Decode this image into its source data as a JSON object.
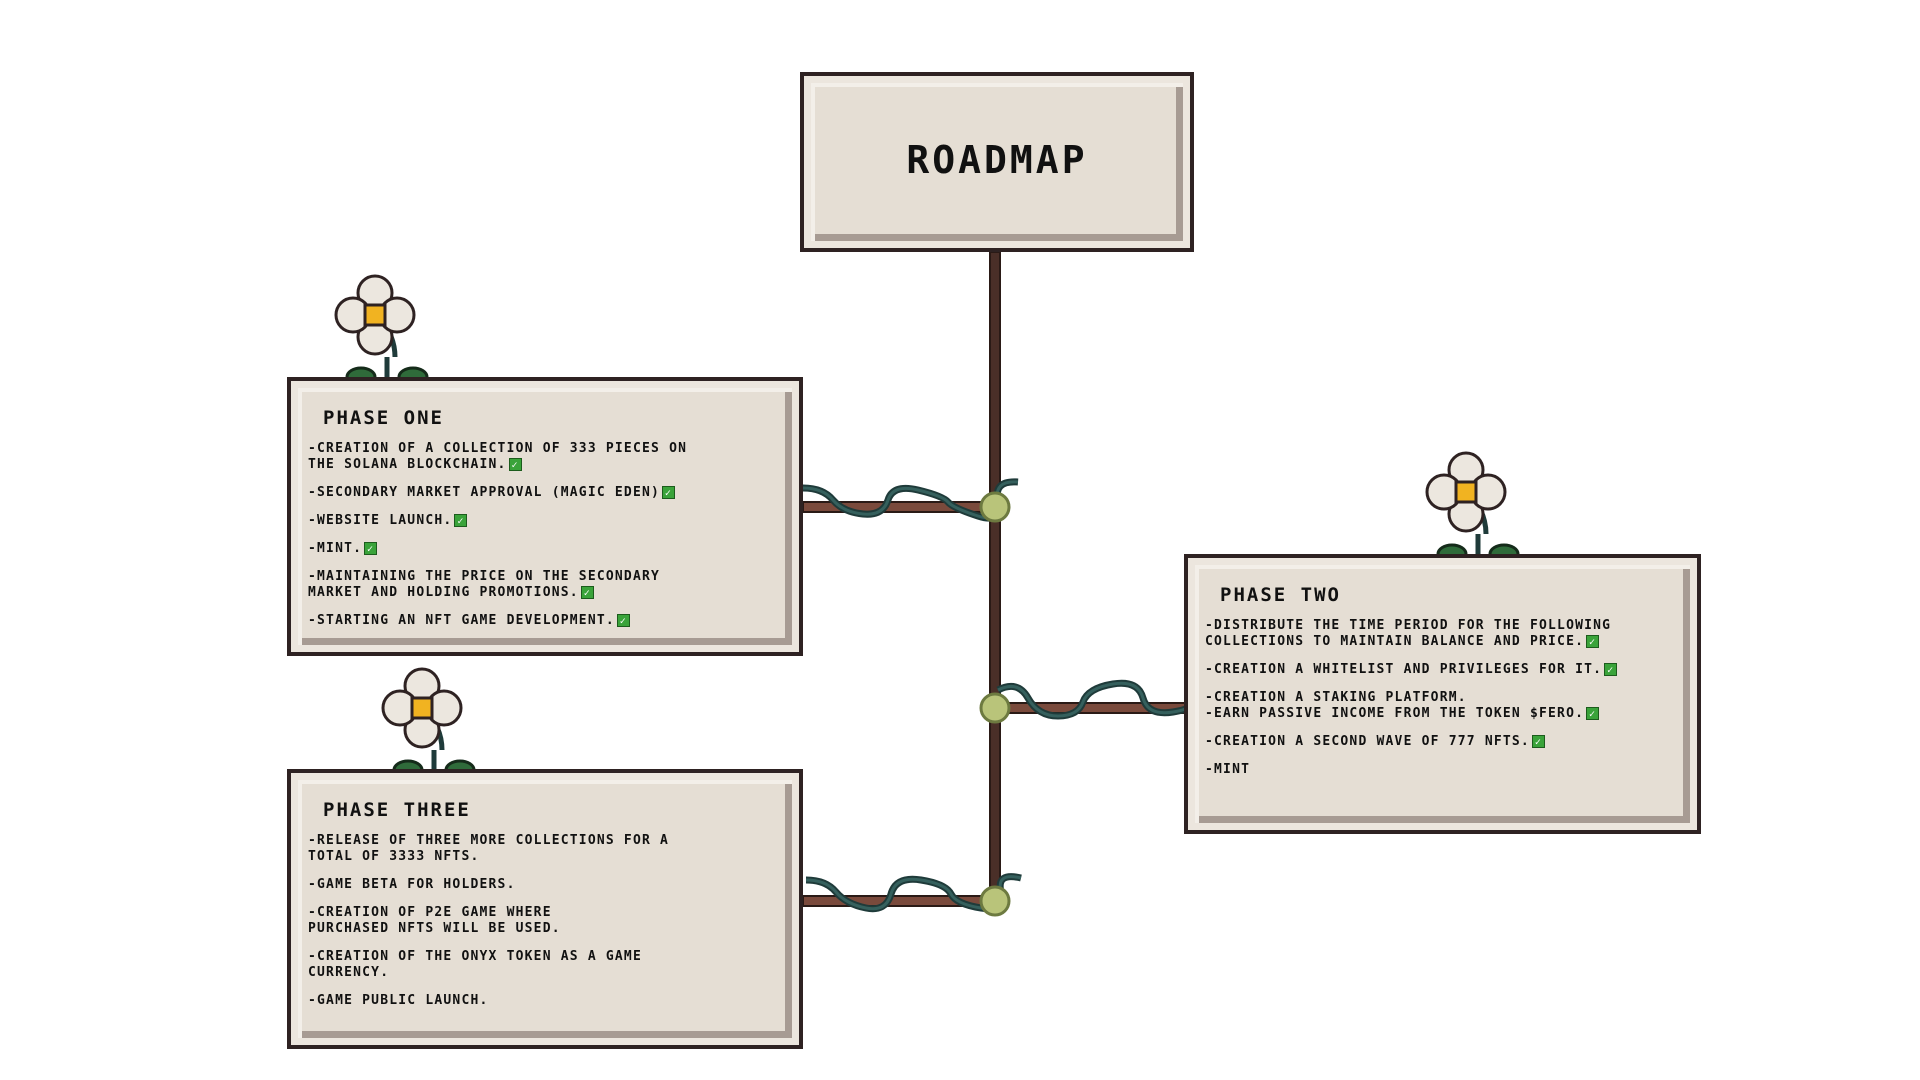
{
  "title": "ROADMAP",
  "colors": {
    "panel_fill": "#e5ded4",
    "panel_border": "#2e2222",
    "pole": "#4a2f28",
    "vine": "#1f3b3a",
    "node": "#b9c47a",
    "petal": "#ece7df",
    "flower_center": "#f1b321",
    "leaf": "#2f6b3a",
    "check": "#3aa33a"
  },
  "phases": [
    {
      "key": "one",
      "title": "PHASE ONE",
      "items": [
        {
          "text": "-CREATION OF A COLLECTION OF 333 PIECES ON\n THE SOLANA BLOCKCHAIN.",
          "done": true
        },
        {
          "text": "-SECONDARY MARKET APPROVAL (MAGIC EDEN)",
          "done": true
        },
        {
          "text": "-WEBSITE LAUNCH.",
          "done": true
        },
        {
          "text": "-MINT.",
          "done": true
        },
        {
          "text": "-MAINTAINING THE PRICE ON THE SECONDARY\n MARKET AND HOLDING PROMOTIONS.",
          "done": true
        },
        {
          "text": "-STARTING AN NFT GAME DEVELOPMENT.",
          "done": true
        }
      ]
    },
    {
      "key": "two",
      "title": "PHASE TWO",
      "items": [
        {
          "text": "-DISTRIBUTE THE TIME PERIOD FOR THE FOLLOWING\n COLLECTIONS TO MAINTAIN BALANCE AND PRICE.",
          "done": true
        },
        {
          "text": "-CREATION A WHITELIST AND PRIVILEGES FOR IT.",
          "done": true
        },
        {
          "text": "-CREATION A STAKING PLATFORM.\n-EARN PASSIVE INCOME FROM THE TOKEN $FERO.",
          "done": true
        },
        {
          "text": "-CREATION A SECOND WAVE OF 777 NFTS.",
          "done": true
        },
        {
          "text": "-MINT",
          "done": false
        }
      ]
    },
    {
      "key": "three",
      "title": "PHASE THREE",
      "items": [
        {
          "text": "-RELEASE OF THREE MORE COLLECTIONS FOR A\n TOTAL OF 3333 NFTS.",
          "done": false
        },
        {
          "text": "-GAME BETA FOR HOLDERS.",
          "done": false
        },
        {
          "text": "-CREATION OF P2E GAME WHERE\n PURCHASED NFTS WILL BE USED.",
          "done": false
        },
        {
          "text": "-CREATION OF THE ONYX TOKEN AS A GAME\n CURRENCY.",
          "done": false
        },
        {
          "text": "-GAME PUBLIC LAUNCH.",
          "done": false
        }
      ]
    }
  ]
}
